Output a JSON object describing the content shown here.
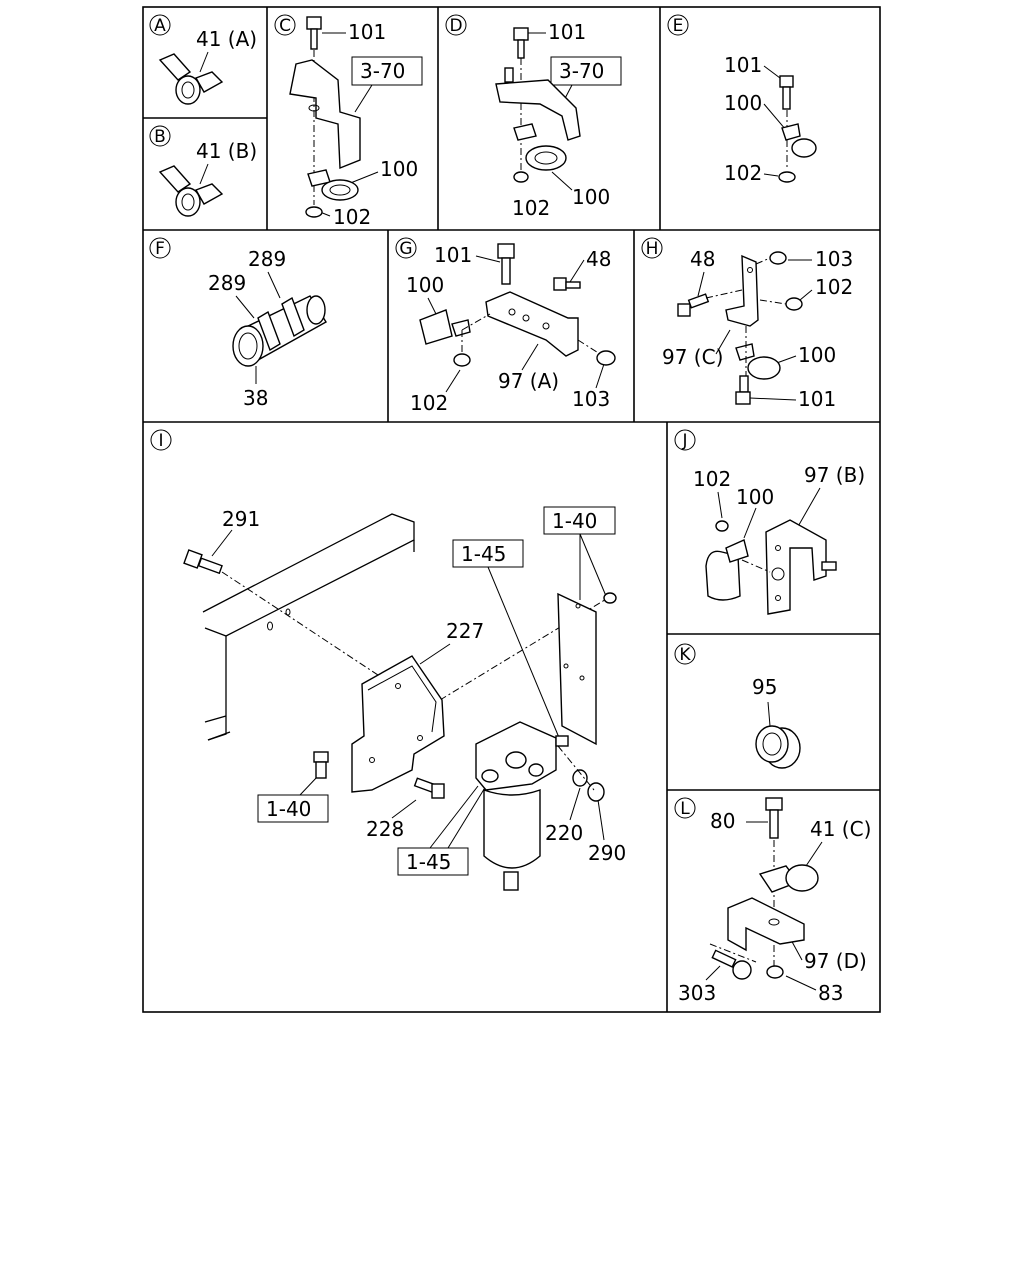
{
  "panels": {
    "A": {
      "letter": "A",
      "labels": [
        "41 (A)"
      ]
    },
    "B": {
      "letter": "B",
      "labels": [
        "41 (B)"
      ]
    },
    "C": {
      "letter": "C",
      "labels": [
        "101",
        "3-70",
        "100",
        "102"
      ]
    },
    "D": {
      "letter": "D",
      "labels": [
        "101",
        "3-70",
        "102",
        "100"
      ]
    },
    "E": {
      "letter": "E",
      "labels": [
        "101",
        "100",
        "102"
      ]
    },
    "F": {
      "letter": "F",
      "labels": [
        "289",
        "289",
        "38"
      ]
    },
    "G": {
      "letter": "G",
      "labels": [
        "101",
        "48",
        "100",
        "97 (A)",
        "102",
        "103"
      ]
    },
    "H": {
      "letter": "H",
      "labels": [
        "48",
        "103",
        "102",
        "97 (C)",
        "100",
        "101"
      ]
    },
    "I": {
      "letter": "I",
      "labels": [
        "291",
        "1-40",
        "1-45",
        "227",
        "1-40",
        "228",
        "220",
        "290",
        "1-45"
      ]
    },
    "J": {
      "letter": "J",
      "labels": [
        "102",
        "100",
        "97 (B)"
      ]
    },
    "K": {
      "letter": "K",
      "labels": [
        "95"
      ]
    },
    "L": {
      "letter": "L",
      "labels": [
        "80",
        "41 (C)",
        "97 (D)",
        "303",
        "83"
      ]
    }
  }
}
